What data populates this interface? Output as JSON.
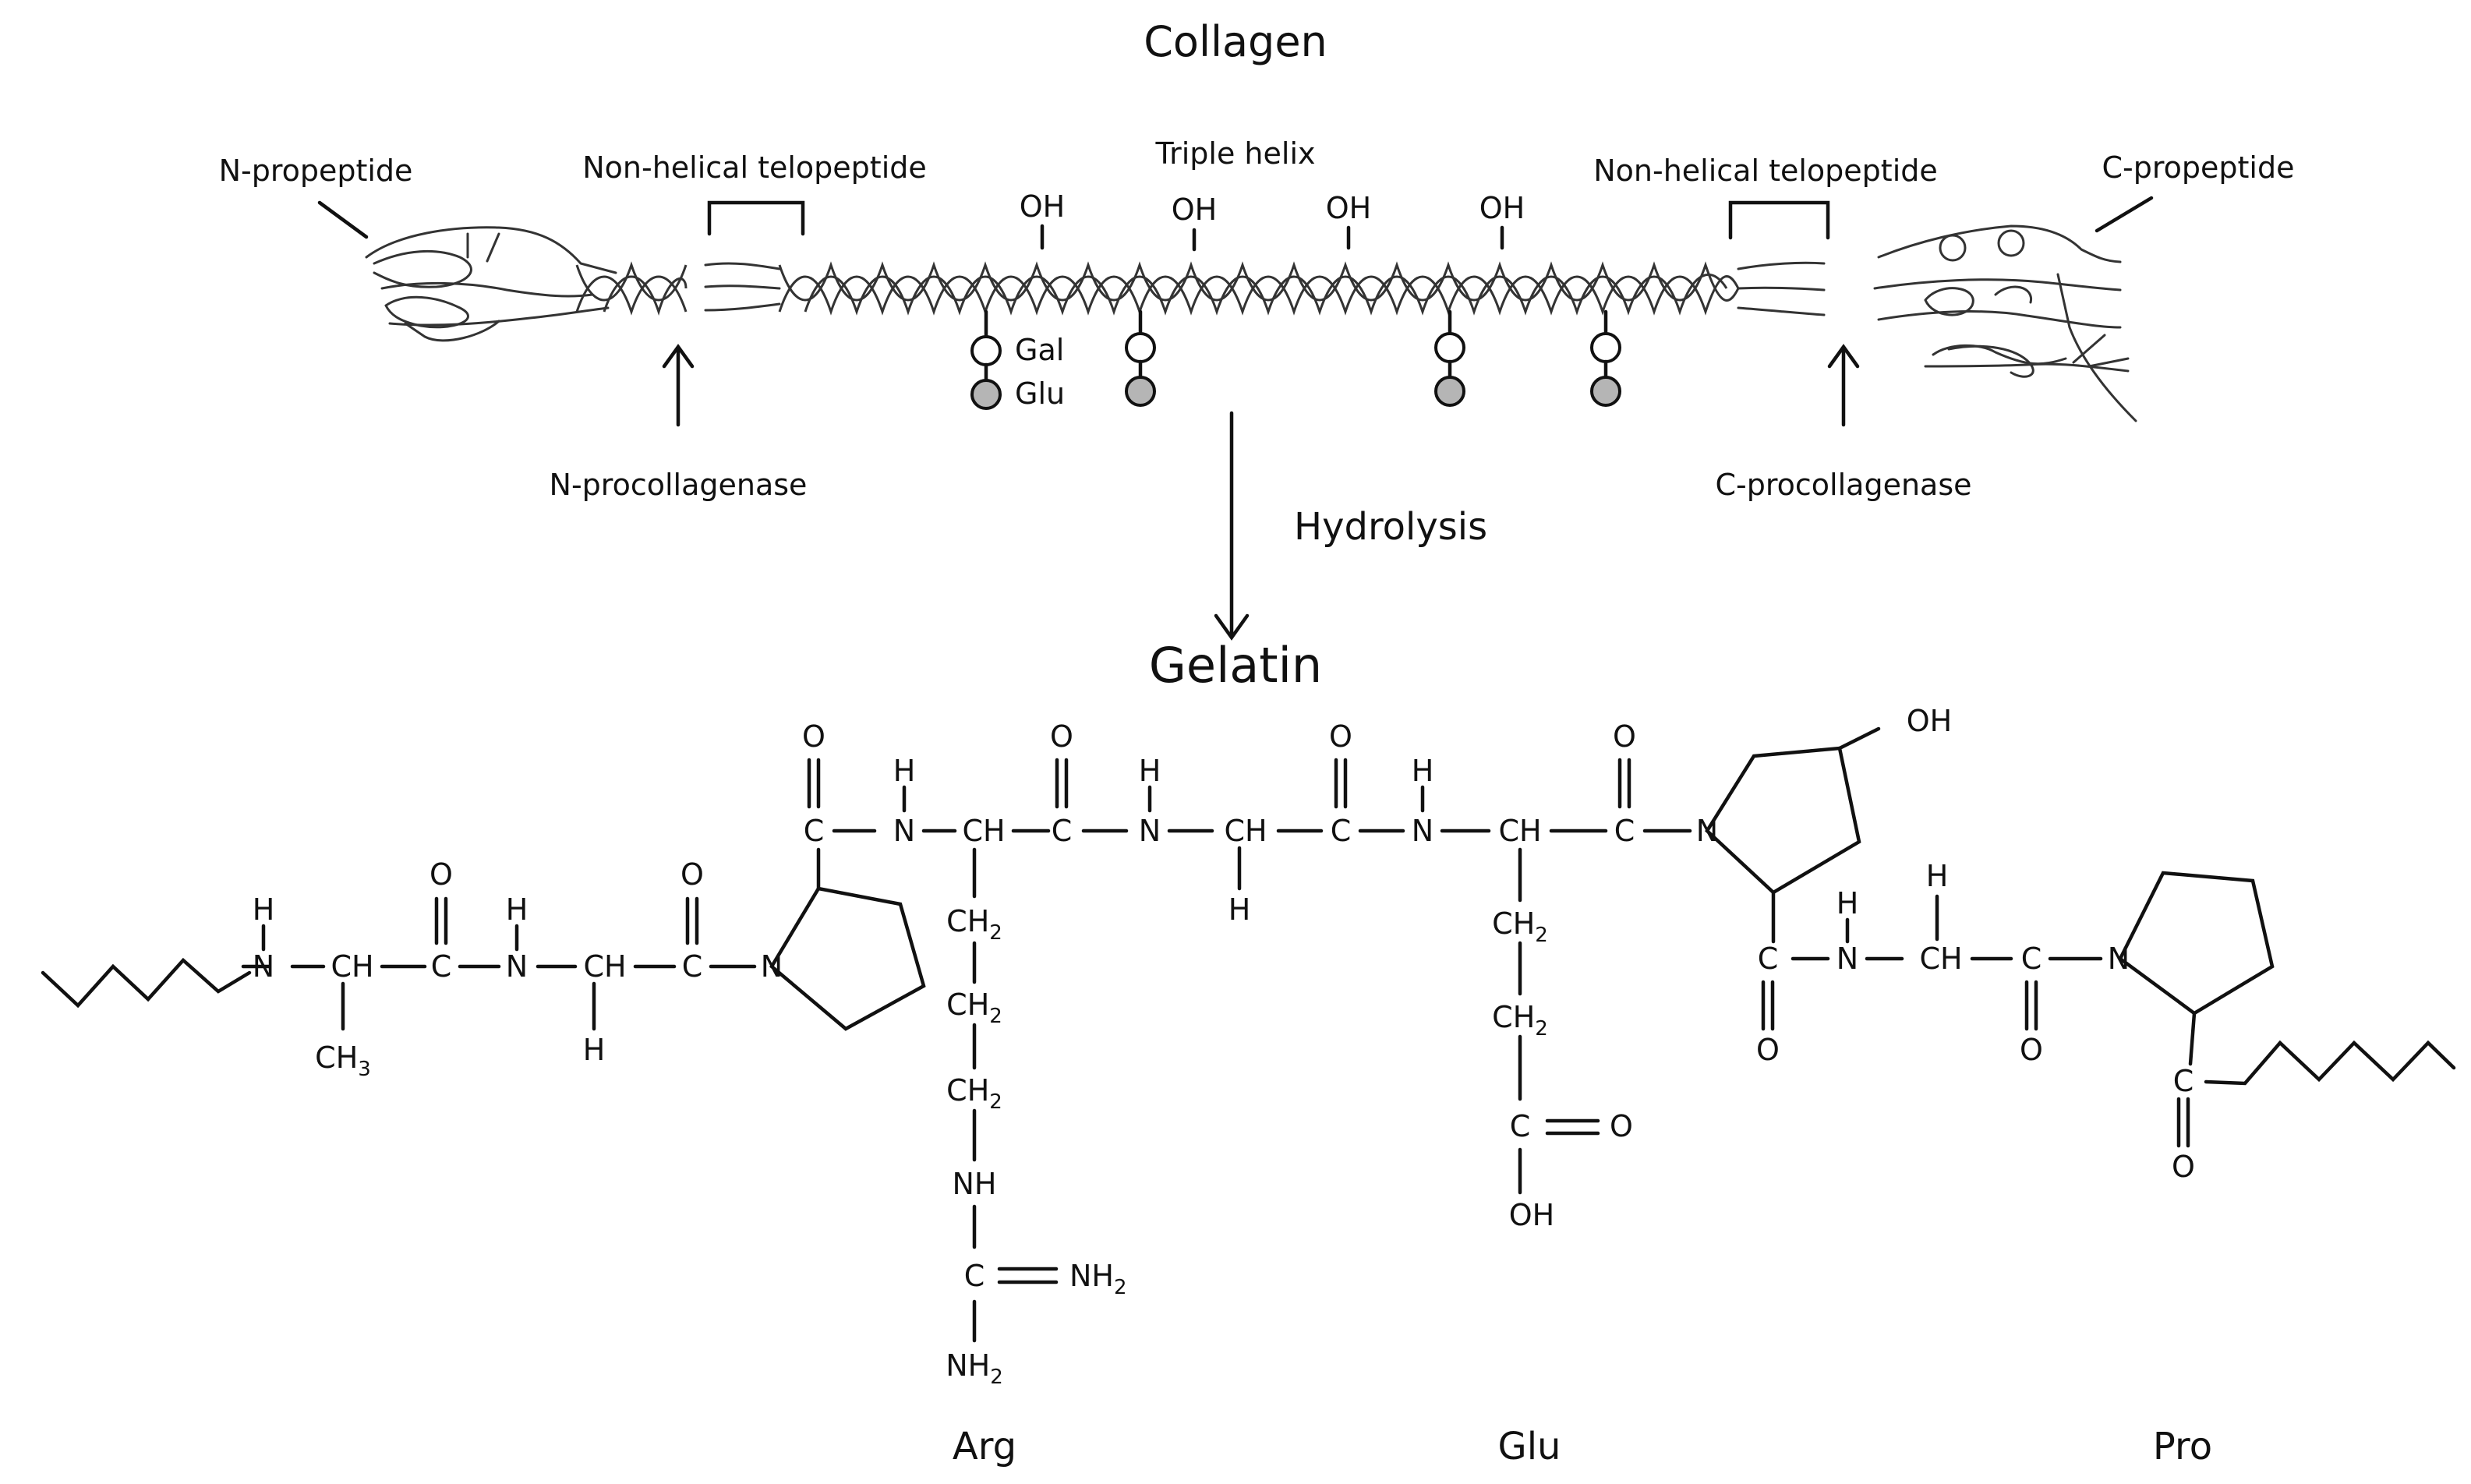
{
  "collagen": {
    "title": "Collagen",
    "n_propeptide": "N-propeptide",
    "c_propeptide": "C-propeptide",
    "telopeptide_left": "Non-helical telopeptide",
    "telopeptide_right": "Non-helical telopeptide",
    "triple_helix": "Triple helix",
    "hydroxyl": "OH",
    "gal": "Gal",
    "glu_sugar": "Glu",
    "n_enzyme": "N-procollagenase",
    "c_enzyme": "C-procollagenase",
    "hydrolysis": "Hydrolysis"
  },
  "gelatin": {
    "title": "Gelatin",
    "residues": {
      "arg": "Arg",
      "glu": "Glu",
      "pro": "Pro"
    },
    "atoms": {
      "N": "N",
      "H": "H",
      "C": "C",
      "O": "O",
      "CH": "CH",
      "CH3": "CH",
      "CH2": "CH",
      "NH": "NH",
      "NH2": "NH",
      "OH": "OH"
    },
    "subscripts": {
      "two": "2",
      "three": "3"
    }
  }
}
